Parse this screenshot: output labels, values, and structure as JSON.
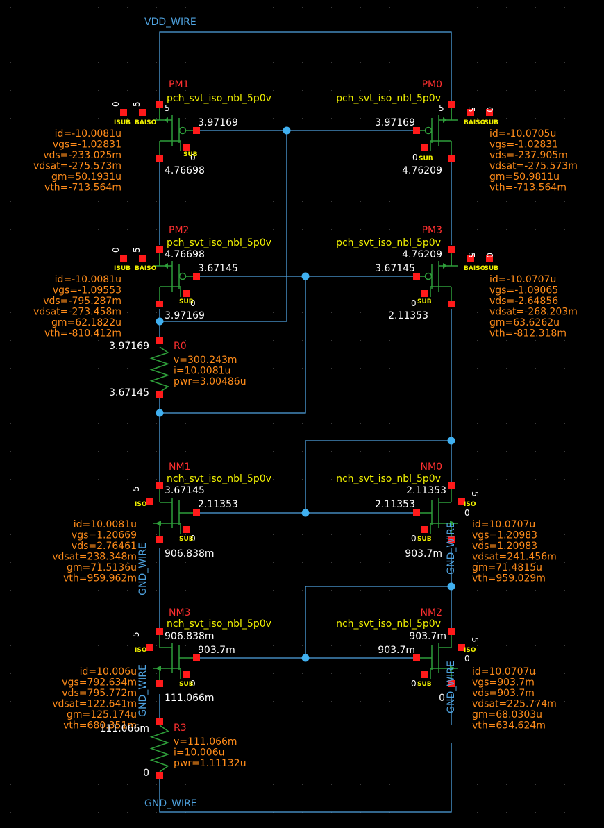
{
  "colors": {
    "background": "#000000",
    "wire": "#4fa3e0",
    "junction": "#40b0f0",
    "device": "#2e9e3a",
    "pin": "#ff1a1a",
    "instance_name": "#ff3030",
    "model": "#f0f000",
    "param": "#ff8c1a",
    "net_value": "#ffffff",
    "net_label": "#4fa3e0",
    "grid_dot": "#3a3a3a"
  },
  "nets": {
    "vdd": "VDD_WIRE",
    "gnd": "GND_WIRE"
  },
  "pin_text": {
    "zero": "0",
    "five": "5",
    "isub": "ISUB",
    "baiso": "BAISO",
    "sub": "SUB",
    "iso": "ISO"
  },
  "devices": {
    "PM1": {
      "name": "PM1",
      "model": "pch_svt_iso_nbl_5p0v",
      "v_drain": "4.76698",
      "v_gate": "3.97169",
      "params": [
        "id=-10.0081u",
        "vgs=-1.02831",
        "vds=-233.025m",
        "vdsat=-275.573m",
        "gm=50.1931u",
        "vth=-713.564m"
      ]
    },
    "PM0": {
      "name": "PM0",
      "model": "pch_svt_iso_nbl_5p0v",
      "v_drain": "4.76209",
      "v_gate": "3.97169",
      "params": [
        "id=-10.0705u",
        "vgs=-1.02831",
        "vds=-237.905m",
        "vdsat=-275.573m",
        "gm=50.9811u",
        "vth=-713.564m"
      ]
    },
    "PM2": {
      "name": "PM2",
      "model": "pch_svt_iso_nbl_5p0v",
      "v_source": "4.76698",
      "v_gate": "3.67145",
      "v_drain": "3.97169",
      "params": [
        "id=-10.0081u",
        "vgs=-1.09553",
        "vds=-795.287m",
        "vdsat=-273.458m",
        "gm=62.1822u",
        "vth=-810.412m"
      ]
    },
    "PM3": {
      "name": "PM3",
      "model": "pch_svt_iso_nbl_5p0v",
      "v_source": "4.76209",
      "v_gate": "3.67145",
      "v_drain": "2.11353",
      "params": [
        "id=-10.0707u",
        "vgs=-1.09065",
        "vds=-2.64856",
        "vdsat=-268.203m",
        "gm=63.6262u",
        "vth=-812.318m"
      ]
    },
    "R0": {
      "name": "R0",
      "v_top": "3.97169",
      "v_bottom": "3.67145",
      "params": [
        "v=300.243m",
        "i=10.0081u",
        "pwr=3.00486u"
      ]
    },
    "NM1": {
      "name": "NM1",
      "model": "nch_svt_iso_nbl_5p0v",
      "v_drain": "3.67145",
      "v_gate": "2.11353",
      "v_source": "906.838m",
      "params": [
        "id=10.0081u",
        "vgs=1.20669",
        "vds=2.76461",
        "vdsat=238.348m",
        "gm=71.5136u",
        "vth=959.962m"
      ]
    },
    "NM0": {
      "name": "NM0",
      "model": "nch_svt_iso_nbl_5p0v",
      "v_drain": "2.11353",
      "v_gate": "2.11353",
      "v_source": "903.7m",
      "params": [
        "id=10.0707u",
        "vgs=1.20983",
        "vds=1.20983",
        "vdsat=241.456m",
        "gm=71.4815u",
        "vth=959.029m"
      ]
    },
    "NM3": {
      "name": "NM3",
      "model": "nch_svt_iso_nbl_5p0v",
      "v_drain": "906.838m",
      "v_gate": "903.7m",
      "v_source": "111.066m",
      "params": [
        "id=10.006u",
        "vgs=792.634m",
        "vds=795.772m",
        "vdsat=122.641m",
        "gm=125.174u",
        "vth=680.351m"
      ]
    },
    "NM2": {
      "name": "NM2",
      "model": "nch_svt_iso_nbl_5p0v",
      "v_drain": "903.7m",
      "v_gate": "903.7m",
      "v_source": "0",
      "params": [
        "id=10.0707u",
        "vgs=903.7m",
        "vds=903.7m",
        "vdsat=225.774m",
        "gm=68.0303u",
        "vth=634.624m"
      ]
    },
    "R3": {
      "name": "R3",
      "v_top": "111.066m",
      "v_bottom": "0",
      "params": [
        "v=111.066m",
        "i=10.006u",
        "pwr=1.11132u"
      ]
    }
  }
}
